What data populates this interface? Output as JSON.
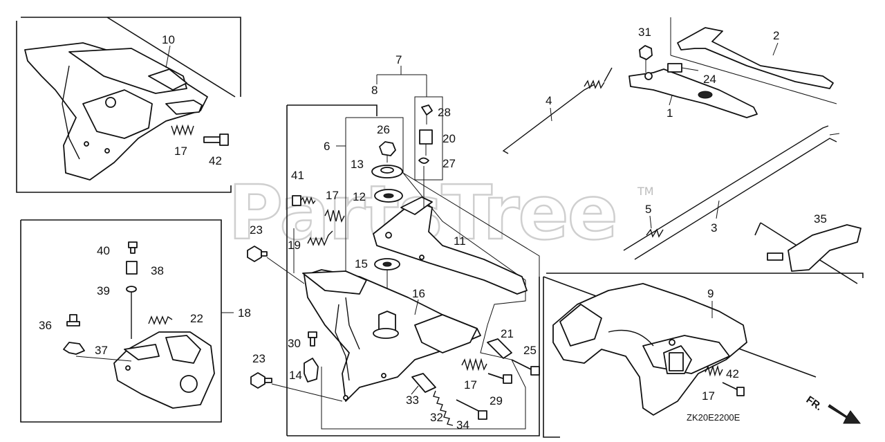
{
  "watermark": {
    "text": "PartsTree",
    "trademark": "TM"
  },
  "diagram_code": "ZK20E2200E",
  "direction_label": "FR.",
  "callouts": {
    "c1": "1",
    "c2": "2",
    "c3": "3",
    "c4": "4",
    "c5": "5",
    "c6": "6",
    "c7": "7",
    "c8": "8",
    "c9": "9",
    "c10": "10",
    "c11": "11",
    "c12": "12",
    "c13": "13",
    "c14": "14",
    "c15": "15",
    "c16": "16",
    "c17a": "17",
    "c17b": "17",
    "c17c": "17",
    "c17d": "17",
    "c18": "18",
    "c19": "19",
    "c20": "20",
    "c21": "21",
    "c22": "22",
    "c23a": "23",
    "c23b": "23",
    "c24": "24",
    "c25": "25",
    "c26": "26",
    "c27": "27",
    "c28": "28",
    "c29": "29",
    "c30": "30",
    "c31": "31",
    "c32": "32",
    "c33": "33",
    "c34": "34",
    "c35": "35",
    "c36": "36",
    "c37": "37",
    "c38": "38",
    "c39": "39",
    "c40": "40",
    "c42a": "42",
    "c42b": "42",
    "c41": "41"
  }
}
